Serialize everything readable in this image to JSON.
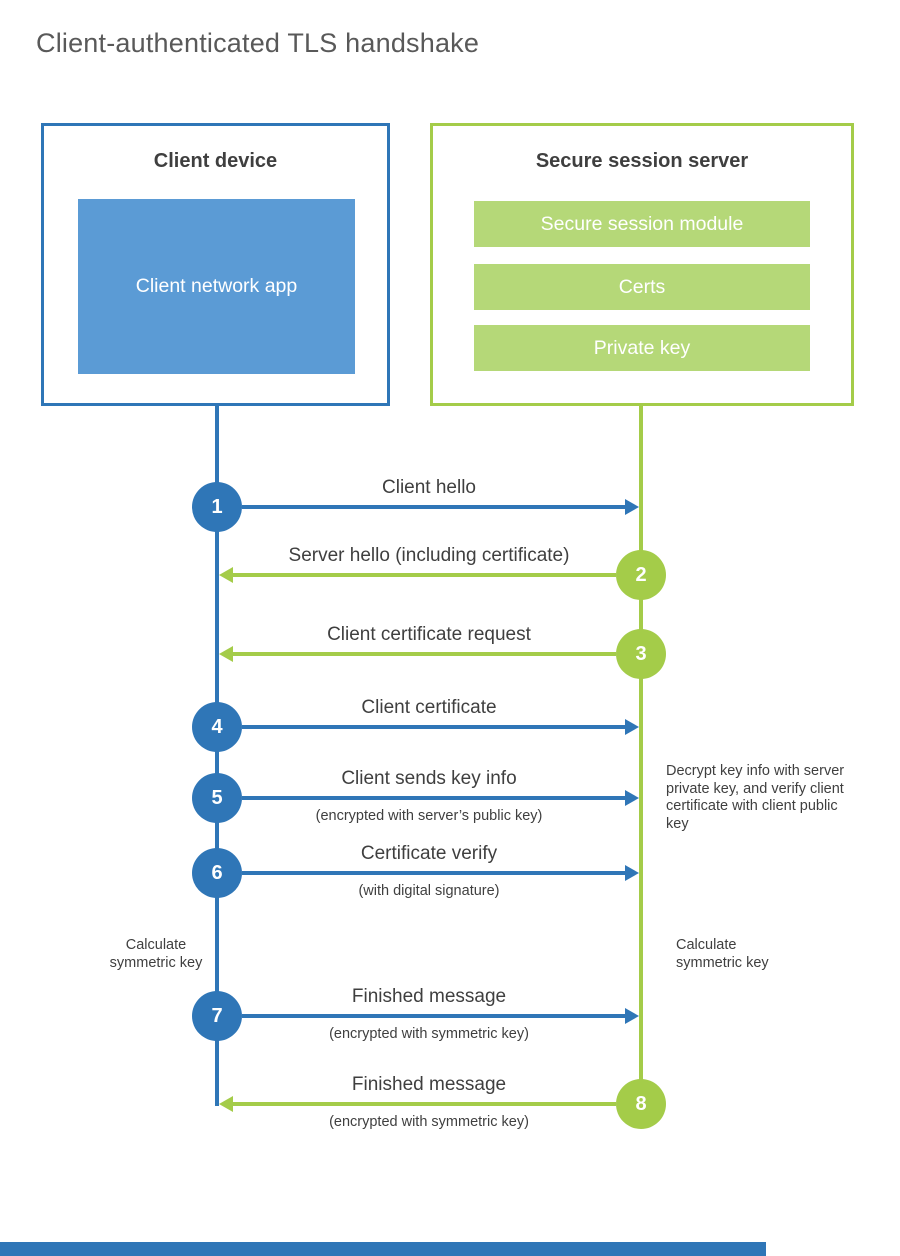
{
  "title": "Client-authenticated TLS handshake",
  "client": {
    "title": "Client device",
    "app_label": "Client network app"
  },
  "server": {
    "title": "Secure session server",
    "modules": [
      "Secure session module",
      "Certs",
      "Private key"
    ]
  },
  "steps": [
    {
      "num": "1",
      "from": "client",
      "to": "server",
      "label": "Client hello",
      "sub": ""
    },
    {
      "num": "2",
      "from": "server",
      "to": "client",
      "label": "Server hello (including certificate)",
      "sub": ""
    },
    {
      "num": "3",
      "from": "server",
      "to": "client",
      "label": "Client certificate request",
      "sub": ""
    },
    {
      "num": "4",
      "from": "client",
      "to": "server",
      "label": "Client certificate",
      "sub": ""
    },
    {
      "num": "5",
      "from": "client",
      "to": "server",
      "label": "Client sends key info",
      "sub": "(encrypted with server’s public key)"
    },
    {
      "num": "6",
      "from": "client",
      "to": "server",
      "label": "Certificate verify",
      "sub": "(with digital signature)"
    },
    {
      "num": "7",
      "from": "client",
      "to": "server",
      "label": "Finished message",
      "sub": "(encrypted with symmetric key)"
    },
    {
      "num": "8",
      "from": "server",
      "to": "client",
      "label": "Finished message",
      "sub": "(encrypted with symmetric key)"
    }
  ],
  "notes": {
    "decrypt": "Decrypt key info with server private key, and verify client certificate with client public key",
    "calc_client": "Calculate symmetric key",
    "calc_server": "Calculate symmetric key"
  },
  "colors": {
    "client_blue": "#2f76b7",
    "client_blue_fill": "#5b9bd5",
    "server_green": "#a4cc49",
    "server_green_fill": "#b5d878"
  }
}
